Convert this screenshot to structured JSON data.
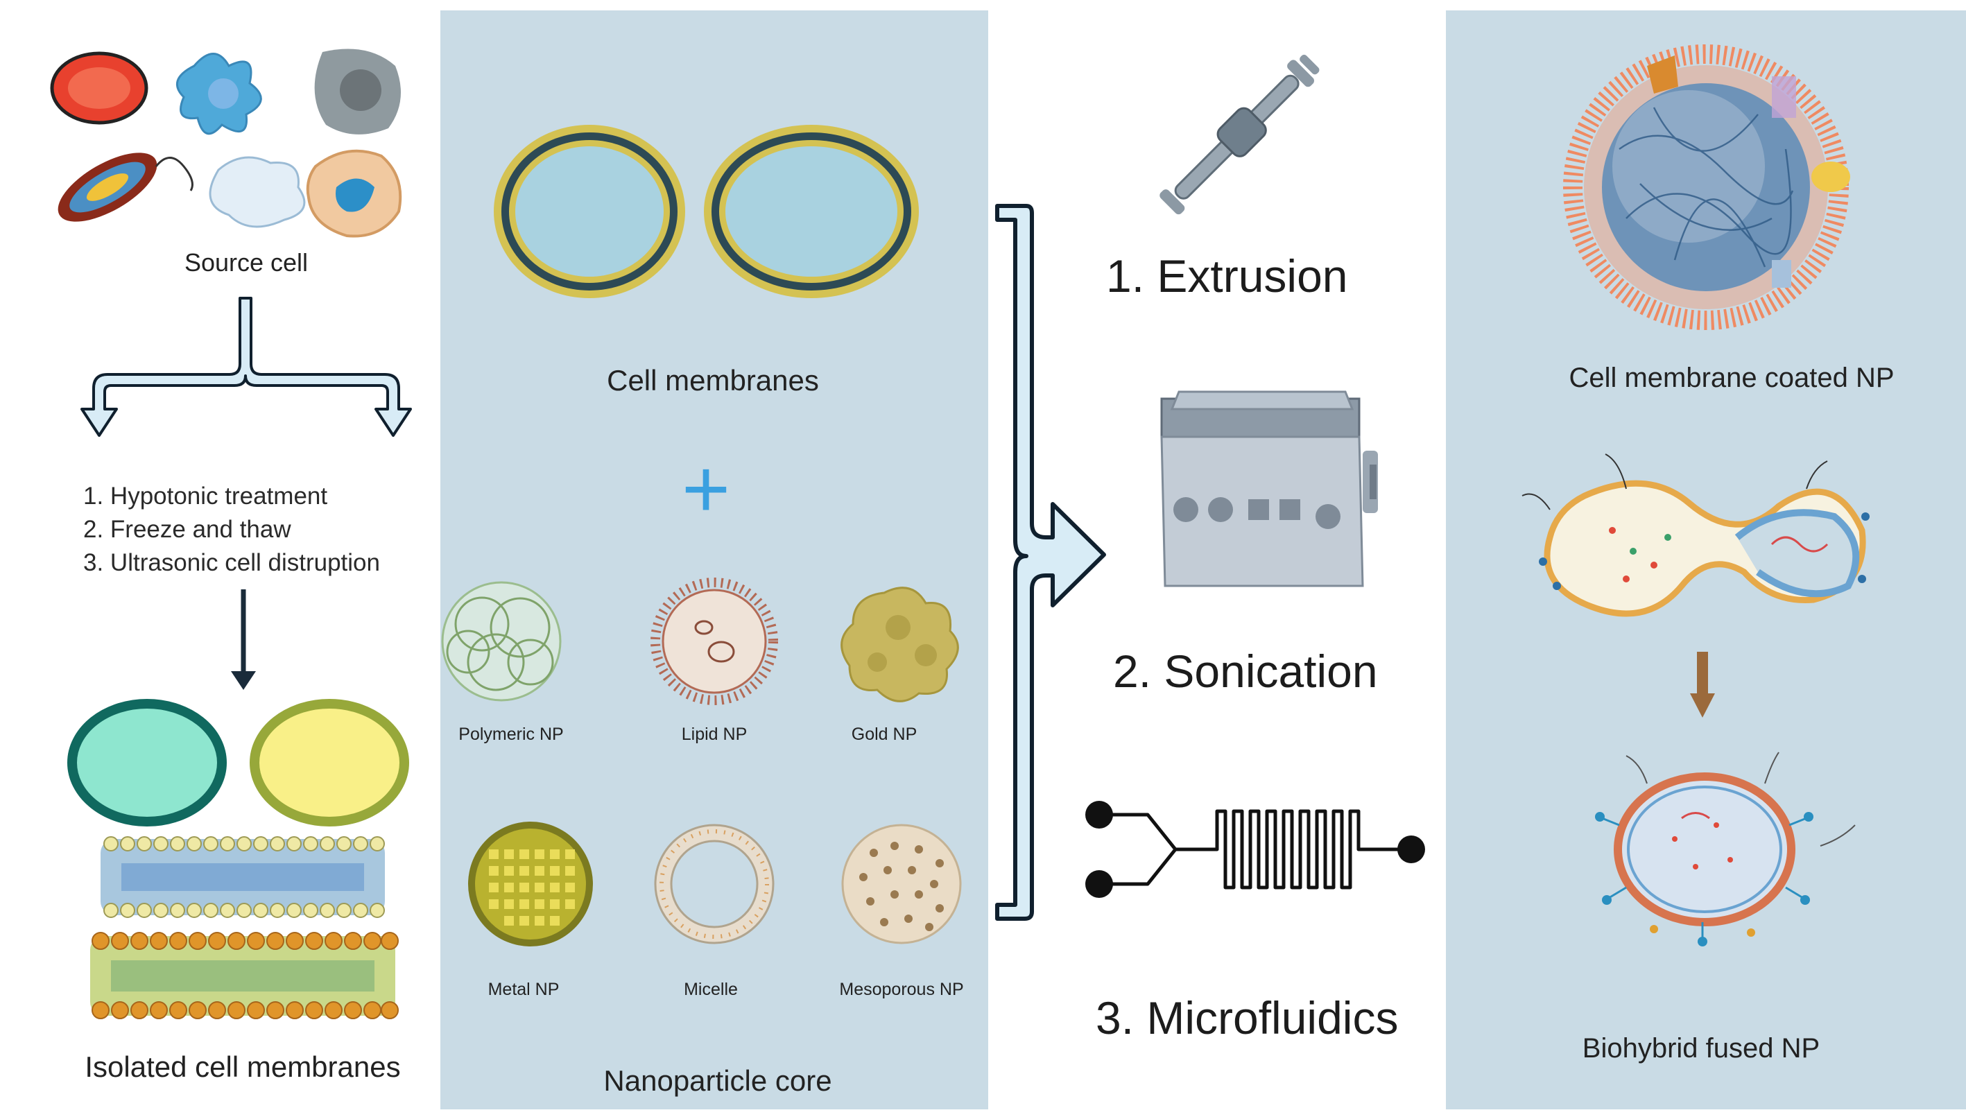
{
  "panel1": {
    "source_label": "Source cell",
    "steps": [
      "1. Hypotonic treatment",
      "2. Freeze and thaw",
      "3. Ultrasonic cell distruption"
    ],
    "bottom_label": "Isolated cell membranes"
  },
  "panel2": {
    "membranes_label": "Cell membranes",
    "plus": "+",
    "cores": [
      {
        "label": "Polymeric NP"
      },
      {
        "label": "Lipid  NP"
      },
      {
        "label": "Gold NP"
      },
      {
        "label": "Metal NP"
      },
      {
        "label": "Micelle"
      },
      {
        "label": "Mesoporous NP"
      }
    ],
    "bottom_label": "Nanoparticle core"
  },
  "methods": [
    "1. Extrusion",
    "2. Sonication",
    "3. Microfluidics"
  ],
  "panel4": {
    "coated_label": "Cell membrane coated NP",
    "fused_label": "Biohybrid fused  NP"
  },
  "colors": {
    "panel_bg": "#c9dbe5",
    "arrow_fill": "#d8ecf6",
    "arrow_stroke": "#10202e",
    "membrane_gold": "#d4c252",
    "membrane_dark": "#2d4a55"
  }
}
